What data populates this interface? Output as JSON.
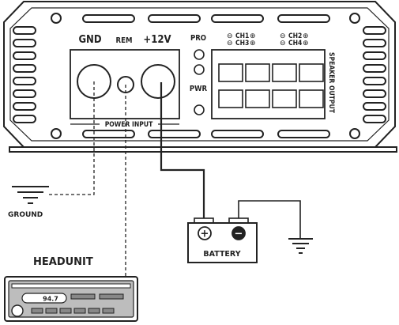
{
  "amplifier": {
    "terminal_labels": {
      "gnd": "GND",
      "rem": "REM",
      "plus12v": "+12V"
    },
    "indicators": {
      "pro": "PRO",
      "pwr": "PWR"
    },
    "power_input_label": "POWER INPUT",
    "channels": {
      "left_top": "CH1",
      "left_bottom": "CH3",
      "right_top": "CH2",
      "right_bottom": "CH4",
      "minus_symbol": "⊖",
      "plus_symbol": "⊕"
    },
    "speaker_output_label": "SPEAKER OUTPUT"
  },
  "ground_label": "GROUND",
  "battery": {
    "label": "BATTERY",
    "plus_symbol": "+",
    "minus_symbol": "−"
  },
  "headunit": {
    "title": "HEADUNIT",
    "display_text": "94.7"
  },
  "colors": {
    "line": "#222222",
    "body": "#ffffff"
  }
}
